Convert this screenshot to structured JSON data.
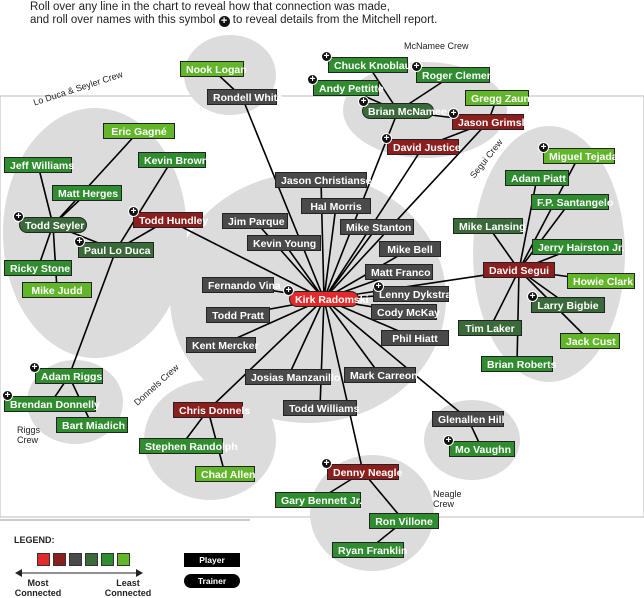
{
  "intro": {
    "line1": "Roll over any line in the chart to reveal how that connection was made,",
    "line2a": "and roll over names with this symbol",
    "line2b": "to reveal details from the Mitchell report."
  },
  "colors": {
    "c0": "#e32a2a",
    "c1": "#8c1e1e",
    "c2": "#4a4a4a",
    "c3": "#3a6a3a",
    "c4": "#2f8c2f",
    "c5": "#62b62a",
    "crew_bg": "#dcdcdc",
    "line": "#000000"
  },
  "crews": [
    {
      "id": "mcnamee",
      "label": "McNamee Crew"
    },
    {
      "id": "loduca",
      "label": "Lo Duca & Seyler Crew"
    },
    {
      "id": "segui",
      "label": "Segui Crew"
    },
    {
      "id": "donnels",
      "label": "Donnels Crew"
    },
    {
      "id": "riggs",
      "label": "Riggs Crew"
    },
    {
      "id": "neagle",
      "label": "Neagle Crew"
    }
  ],
  "nodes": [
    {
      "id": "radomski",
      "label": "Kirk Radomski",
      "level": 0,
      "trainer": true,
      "plus": true
    },
    {
      "id": "logan",
      "label": "Nook Logan",
      "level": 5
    },
    {
      "id": "white",
      "label": "Rondell White",
      "level": 2
    },
    {
      "id": "knoblauch",
      "label": "Chuck Knoblauch",
      "level": 4,
      "plus": true
    },
    {
      "id": "clemens",
      "label": "Roger Clemens",
      "level": 4,
      "plus": true
    },
    {
      "id": "pettitte",
      "label": "Andy Pettitte",
      "level": 4,
      "plus": true
    },
    {
      "id": "mcnamee",
      "label": "Brian McNamee",
      "level": 3,
      "trainer": true,
      "plus": true
    },
    {
      "id": "zaun",
      "label": "Gregg Zaun",
      "level": 5
    },
    {
      "id": "grimsley",
      "label": "Jason Grimsley",
      "level": 1,
      "plus": true
    },
    {
      "id": "justice",
      "label": "David Justice",
      "level": 1,
      "plus": true
    },
    {
      "id": "gagne",
      "label": "Eric Gagné",
      "level": 5
    },
    {
      "id": "brown",
      "label": "Kevin Brown",
      "level": 4
    },
    {
      "id": "williams_j",
      "label": "Jeff Williams",
      "level": 4
    },
    {
      "id": "herges",
      "label": "Matt Herges",
      "level": 4
    },
    {
      "id": "seyler",
      "label": "Todd Seyler",
      "level": 3,
      "trainer": true,
      "plus": true
    },
    {
      "id": "hundley",
      "label": "Todd Hundley",
      "level": 1,
      "plus": true
    },
    {
      "id": "loduca",
      "label": "Paul Lo Duca",
      "level": 3,
      "plus": true
    },
    {
      "id": "stone",
      "label": "Ricky Stone",
      "level": 4
    },
    {
      "id": "judd",
      "label": "Mike Judd",
      "level": 5
    },
    {
      "id": "christiansen",
      "label": "Jason Christiansen",
      "level": 2
    },
    {
      "id": "morris",
      "label": "Hal Morris",
      "level": 2
    },
    {
      "id": "parque",
      "label": "Jim Parque",
      "level": 2
    },
    {
      "id": "young",
      "label": "Kevin Young",
      "level": 2
    },
    {
      "id": "stanton",
      "label": "Mike Stanton",
      "level": 2
    },
    {
      "id": "bell",
      "label": "Mike Bell",
      "level": 2
    },
    {
      "id": "franco",
      "label": "Matt Franco",
      "level": 2
    },
    {
      "id": "vina",
      "label": "Fernando Vina",
      "level": 2
    },
    {
      "id": "dykstra",
      "label": "Lenny Dykstra",
      "level": 2,
      "plus": true
    },
    {
      "id": "pratt",
      "label": "Todd Pratt",
      "level": 2
    },
    {
      "id": "mckay",
      "label": "Cody McKay",
      "level": 2
    },
    {
      "id": "mercker",
      "label": "Kent Mercker",
      "level": 2
    },
    {
      "id": "hiatt",
      "label": "Phil Hiatt",
      "level": 2
    },
    {
      "id": "manzanillo",
      "label": "Josias Manzanillo",
      "level": 2
    },
    {
      "id": "carreon",
      "label": "Mark Carreon",
      "level": 2
    },
    {
      "id": "williams_t",
      "label": "Todd Williams",
      "level": 2
    },
    {
      "id": "tejada",
      "label": "Miguel Tejada",
      "level": 5,
      "plus": true
    },
    {
      "id": "piatt",
      "label": "Adam Piatt",
      "level": 4
    },
    {
      "id": "santangelo",
      "label": "F.P. Santangelo",
      "level": 4
    },
    {
      "id": "lansing",
      "label": "Mike Lansing",
      "level": 3
    },
    {
      "id": "hairston",
      "label": "Jerry Hairston Jr.",
      "level": 4
    },
    {
      "id": "segui",
      "label": "David Segui",
      "level": 1
    },
    {
      "id": "clark",
      "label": "Howie Clark",
      "level": 5
    },
    {
      "id": "bigbie",
      "label": "Larry Bigbie",
      "level": 3,
      "plus": true
    },
    {
      "id": "laker",
      "label": "Tim Laker",
      "level": 3
    },
    {
      "id": "cust",
      "label": "Jack Cust",
      "level": 5
    },
    {
      "id": "roberts",
      "label": "Brian Roberts",
      "level": 4
    },
    {
      "id": "riggs",
      "label": "Adam Riggs",
      "level": 4,
      "plus": true
    },
    {
      "id": "donnelly",
      "label": "Brendan Donnelly",
      "level": 4,
      "plus": true
    },
    {
      "id": "miadich",
      "label": "Bart Miadich",
      "level": 4
    },
    {
      "id": "donnels",
      "label": "Chris Donnels",
      "level": 1
    },
    {
      "id": "randolph",
      "label": "Stephen Randolph",
      "level": 4
    },
    {
      "id": "allen",
      "label": "Chad Allen",
      "level": 5
    },
    {
      "id": "hill",
      "label": "Glenallen Hill",
      "level": 2
    },
    {
      "id": "vaughn",
      "label": "Mo Vaughn",
      "level": 4,
      "plus": true
    },
    {
      "id": "neagle",
      "label": "Denny Neagle",
      "level": 1,
      "plus": true
    },
    {
      "id": "bennett",
      "label": "Gary Bennett Jr.",
      "level": 4
    },
    {
      "id": "villone",
      "label": "Ron Villone",
      "level": 4
    },
    {
      "id": "franklin",
      "label": "Ryan Franklin",
      "level": 4
    }
  ],
  "edges": [
    [
      "radomski",
      "white"
    ],
    [
      "white",
      "logan"
    ],
    [
      "radomski",
      "mcnamee"
    ],
    [
      "mcnamee",
      "pettitte"
    ],
    [
      "mcnamee",
      "knoblauch"
    ],
    [
      "mcnamee",
      "clemens"
    ],
    [
      "mcnamee",
      "grimsley"
    ],
    [
      "radomski",
      "grimsley"
    ],
    [
      "grimsley",
      "zaun"
    ],
    [
      "grimsley",
      "justice"
    ],
    [
      "radomski",
      "justice"
    ],
    [
      "radomski",
      "christiansen"
    ],
    [
      "radomski",
      "morris"
    ],
    [
      "radomski",
      "parque"
    ],
    [
      "radomski",
      "young"
    ],
    [
      "radomski",
      "stanton"
    ],
    [
      "radomski",
      "bell"
    ],
    [
      "radomski",
      "franco"
    ],
    [
      "radomski",
      "vina"
    ],
    [
      "radomski",
      "dykstra"
    ],
    [
      "radomski",
      "pratt"
    ],
    [
      "radomski",
      "mckay"
    ],
    [
      "radomski",
      "mercker"
    ],
    [
      "radomski",
      "hiatt"
    ],
    [
      "radomski",
      "manzanillo"
    ],
    [
      "radomski",
      "carreon"
    ],
    [
      "radomski",
      "williams_t"
    ],
    [
      "radomski",
      "hundley"
    ],
    [
      "hundley",
      "loduca"
    ],
    [
      "loduca",
      "brown"
    ],
    [
      "loduca",
      "seyler"
    ],
    [
      "seyler",
      "gagne"
    ],
    [
      "seyler",
      "williams_j"
    ],
    [
      "seyler",
      "herges"
    ],
    [
      "seyler",
      "stone"
    ],
    [
      "seyler",
      "judd"
    ],
    [
      "loduca",
      "riggs"
    ],
    [
      "riggs",
      "donnelly"
    ],
    [
      "riggs",
      "miadich"
    ],
    [
      "radomski",
      "donnels"
    ],
    [
      "donnels",
      "randolph"
    ],
    [
      "donnels",
      "allen"
    ],
    [
      "radomski",
      "hill"
    ],
    [
      "hill",
      "vaughn"
    ],
    [
      "radomski",
      "neagle"
    ],
    [
      "neagle",
      "bennett"
    ],
    [
      "neagle",
      "villone"
    ],
    [
      "villone",
      "franklin"
    ],
    [
      "radomski",
      "segui"
    ],
    [
      "segui",
      "tejada"
    ],
    [
      "segui",
      "piatt"
    ],
    [
      "segui",
      "santangelo"
    ],
    [
      "segui",
      "lansing"
    ],
    [
      "segui",
      "hairston"
    ],
    [
      "segui",
      "clark"
    ],
    [
      "segui",
      "bigbie"
    ],
    [
      "segui",
      "laker"
    ],
    [
      "segui",
      "cust"
    ],
    [
      "segui",
      "roberts"
    ]
  ],
  "legend": {
    "title": "LEGEND:",
    "most": "Most\nConnected",
    "least": "Least\nConnected",
    "player": "Player",
    "trainer": "Trainer"
  }
}
